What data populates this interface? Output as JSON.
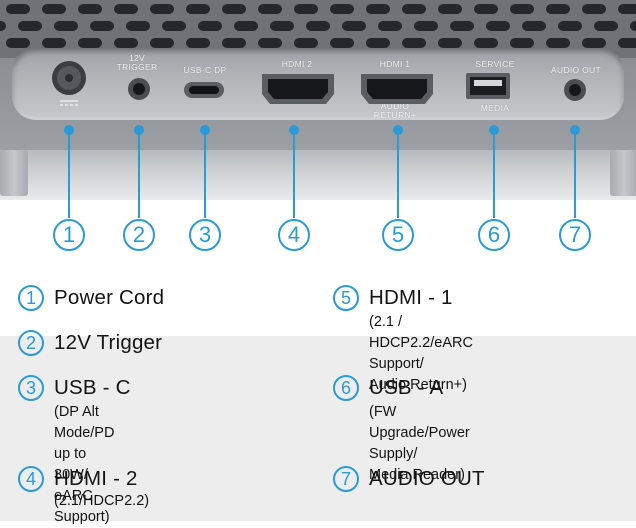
{
  "ports": [
    {
      "id": 1,
      "label": ""
    },
    {
      "id": 2,
      "label": "12V\nTRIGGER"
    },
    {
      "id": 3,
      "label": "USB-C DP"
    },
    {
      "id": 4,
      "label": "HDMI 2"
    },
    {
      "id": 5,
      "label": "HDMI 1",
      "sublabel": "AUDIO\nRETURN+"
    },
    {
      "id": 6,
      "label": "SERVICE",
      "sublabel": "MEDIA"
    },
    {
      "id": 7,
      "label": "AUDIO OUT"
    }
  ],
  "callouts": [
    "1",
    "2",
    "3",
    "4",
    "5",
    "6",
    "7"
  ],
  "legend": [
    {
      "num": "1",
      "title": "Power Cord",
      "detail": ""
    },
    {
      "num": "2",
      "title": "12V Trigger",
      "detail": ""
    },
    {
      "num": "3",
      "title": "USB - C",
      "detail": "(DP Alt Mode/PD up to 30W/\neARC Support)"
    },
    {
      "num": "4",
      "title": "HDMI - 2",
      "detail": "(2.1/HDCP2.2)"
    },
    {
      "num": "5",
      "title": "HDMI - 1",
      "detail": "(2.1 / HDCP2.2/eARC Support/\nAudio Return+)"
    },
    {
      "num": "6",
      "title": "USB - A",
      "detail": "(FW Upgrade/Power Supply/\nMedia Reader)"
    },
    {
      "num": "7",
      "title": "AUDIO OUT",
      "detail": ""
    }
  ],
  "colors": {
    "accent": "#2a9bd6",
    "text": "#141414",
    "legend_bg": "#ededed",
    "device_gray": "#9ea2a7"
  }
}
